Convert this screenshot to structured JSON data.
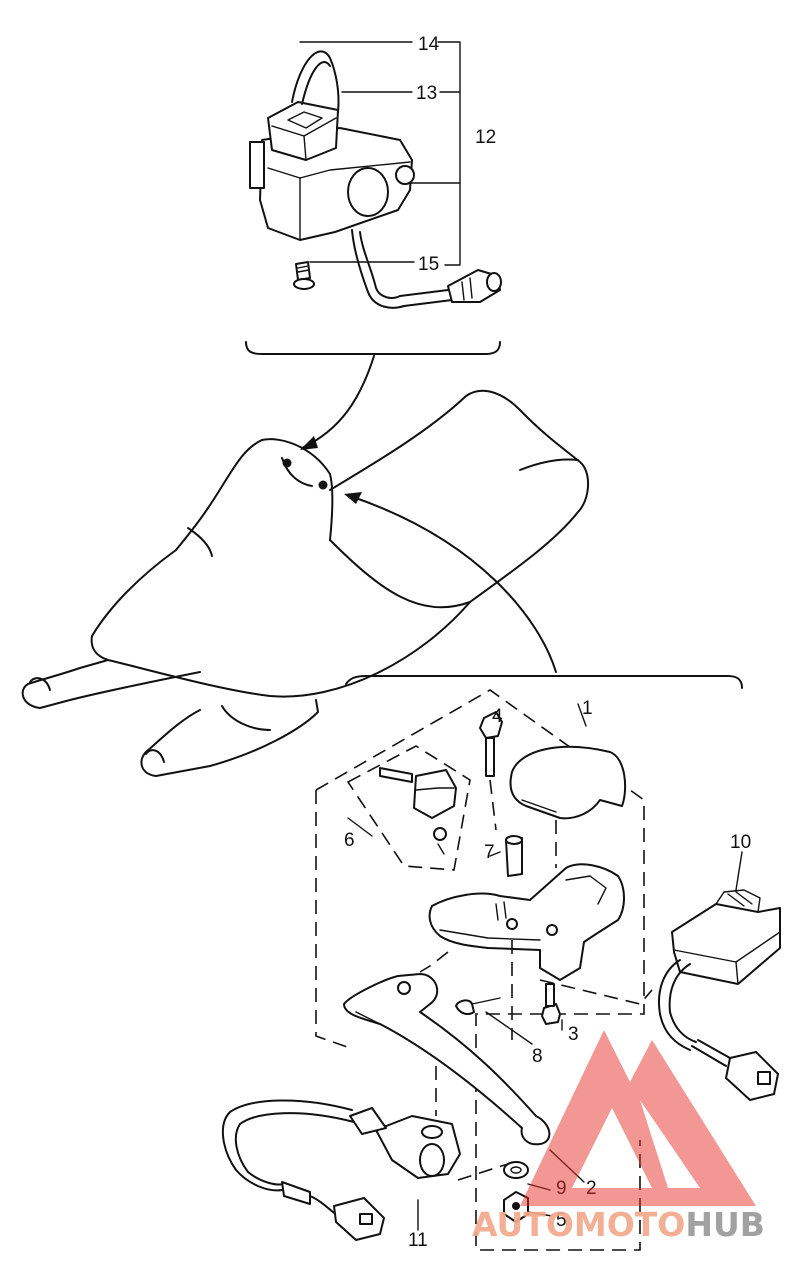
{
  "callouts": {
    "c1": "1",
    "c2": "2",
    "c3": "3",
    "c4": "4",
    "c5": "5",
    "c6": "6",
    "c7": "7",
    "c8": "8",
    "c9": "9",
    "c10": "10",
    "c11": "11",
    "c12": "12",
    "c13": "13",
    "c14": "14",
    "c15": "15"
  },
  "watermark": {
    "part1": "AUTO",
    "part2": "MOTO",
    "part3": "HUB",
    "colors": {
      "auto": "#f3a98a",
      "moto": "#f3a98a",
      "hub": "#9a9a9a",
      "triangle": "#e7322b"
    }
  }
}
